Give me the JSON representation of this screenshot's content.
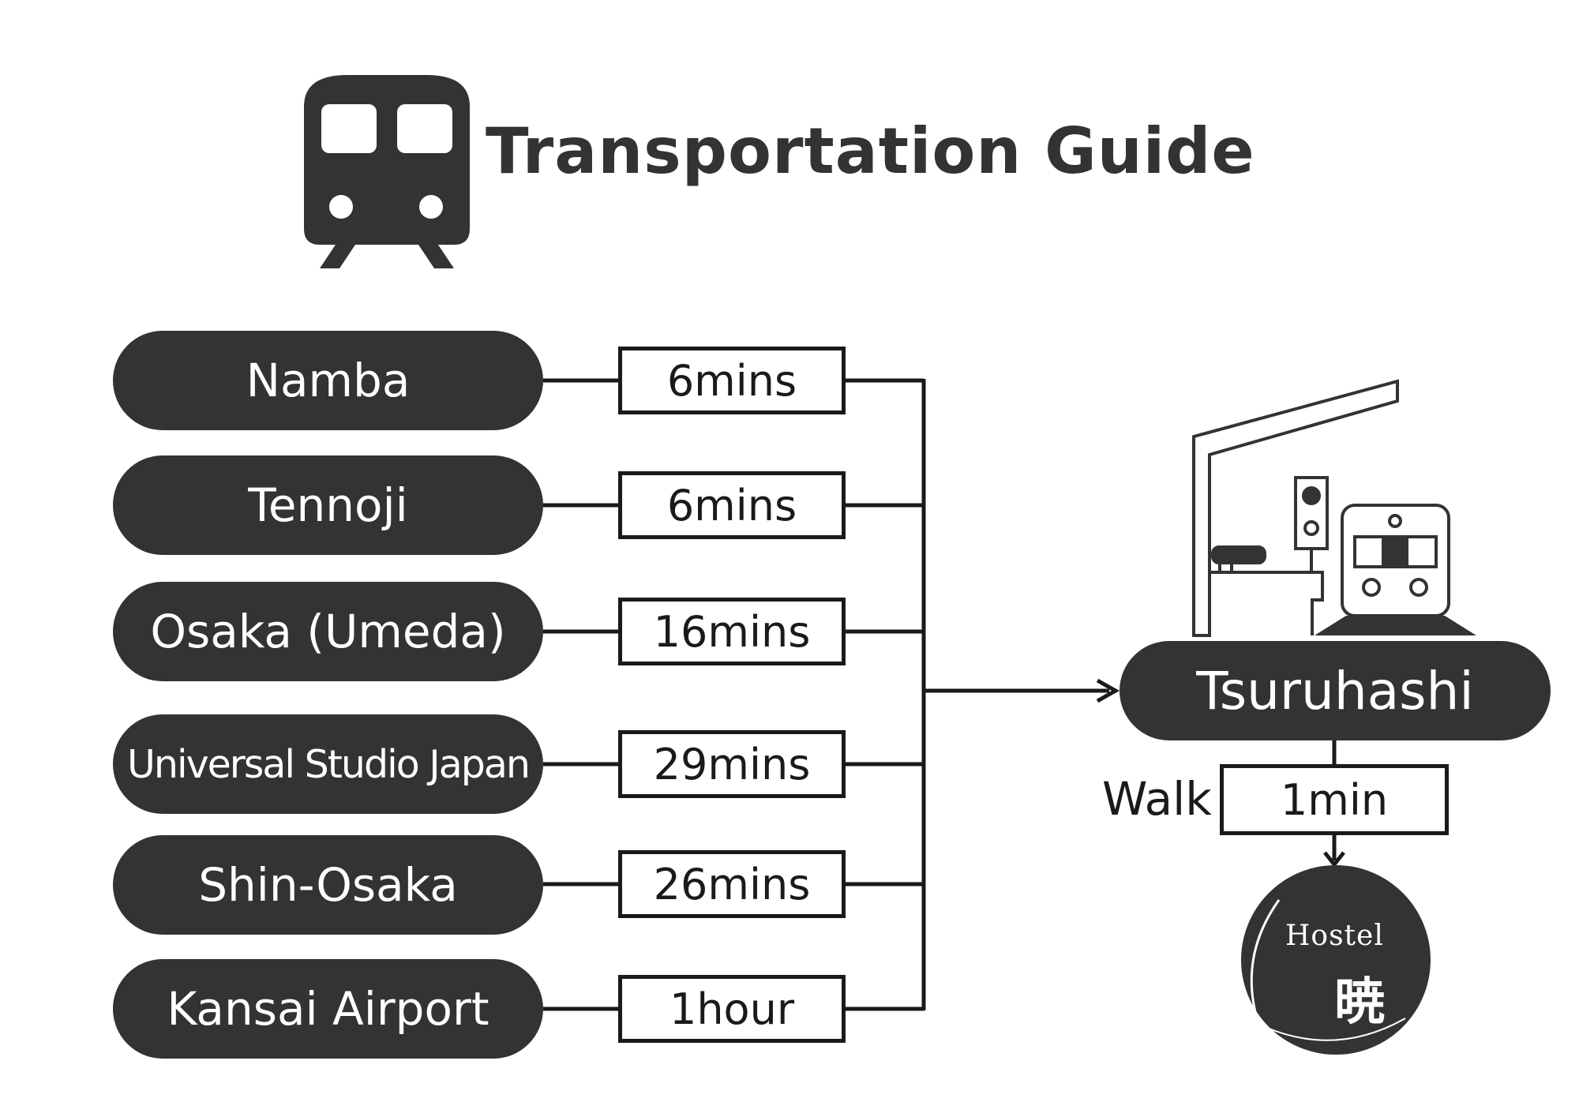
{
  "title": "Transportation Guide",
  "origins": [
    {
      "name": "Namba",
      "time": "6mins"
    },
    {
      "name": "Tennoji",
      "time": "6mins"
    },
    {
      "name": "Osaka (Umeda)",
      "time": "16mins"
    },
    {
      "name": "Universal Studio Japan",
      "time": "29mins"
    },
    {
      "name": "Shin-Osaka",
      "time": "26mins"
    },
    {
      "name": "Kansai Airport",
      "time": "1hour"
    }
  ],
  "destination": "Tsuruhashi",
  "walk": {
    "label": "Walk",
    "time": "1min"
  },
  "hostel": {
    "name": "Hostel",
    "kanji": "暁"
  },
  "colors": {
    "dark": "#333333",
    "line": "#1a1a1a",
    "background": "#ffffff"
  }
}
